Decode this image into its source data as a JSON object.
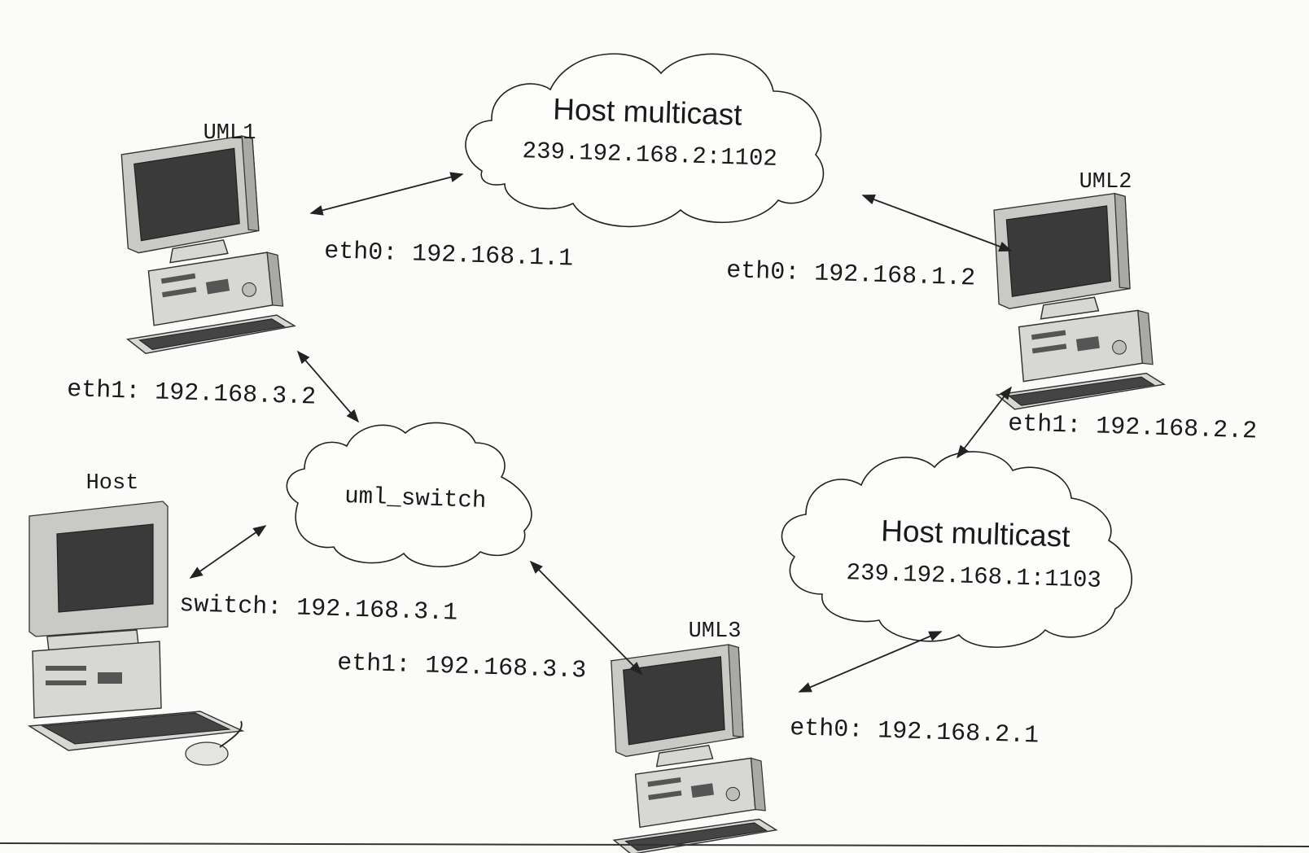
{
  "nodes": {
    "uml1": {
      "label": "UML1"
    },
    "uml2": {
      "label": "UML2"
    },
    "uml3": {
      "label": "UML3"
    },
    "host": {
      "label": "Host"
    }
  },
  "clouds": {
    "mcast_top": {
      "title": "Host multicast",
      "address": "239.192.168.2:1102"
    },
    "mcast_right": {
      "title": "Host multicast",
      "address": "239.192.168.1:1103"
    },
    "switch": {
      "title": "uml_switch"
    }
  },
  "interfaces": {
    "uml1_eth0": "eth0: 192.168.1.1",
    "uml1_eth1": "eth1: 192.168.3.2",
    "uml2_eth0": "eth0: 192.168.1.2",
    "uml2_eth1": "eth1: 192.168.2.2",
    "uml3_eth0": "eth0: 192.168.2.1",
    "uml3_eth1": "eth1: 192.168.3.3",
    "host_switch": "switch: 192.168.3.1"
  }
}
